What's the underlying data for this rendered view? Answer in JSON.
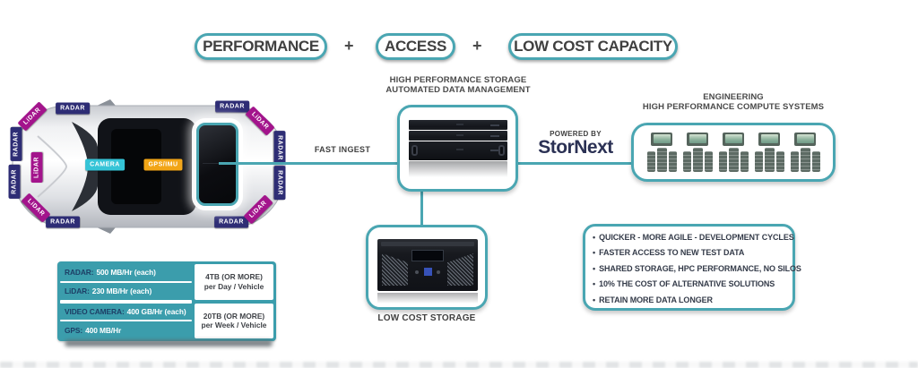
{
  "top_equation": {
    "performance": "PERFORMANCE",
    "plus1": "+",
    "access": "ACCESS",
    "plus2": "+",
    "low_cost_capacity": "LOW COST CAPACITY"
  },
  "car": {
    "radar_label": "RADAR",
    "lidar_label": "LiDAR",
    "camera_label": "CAMERA",
    "gps_label": "GPS/IMU"
  },
  "flow": {
    "fast_ingest": "FAST INGEST",
    "powered_by": "POWERED BY",
    "stornext": "StorNext"
  },
  "storage": {
    "title_line1": "HIGH PERFORMANCE STORAGE",
    "title_line2": "AUTOMATED DATA MANAGEMENT"
  },
  "engineering": {
    "title_line1": "ENGINEERING",
    "title_line2": "HIGH PERFORMANCE COMPUTE SYSTEMS"
  },
  "low_cost_storage": {
    "label": "LOW COST STORAGE"
  },
  "benefits": [
    "QUICKER - MORE AGILE - DEVELOPMENT CYCLES",
    "FASTER ACCESS TO NEW TEST DATA",
    "SHARED STORAGE, HPC PERFORMANCE, NO SILOS",
    "10% THE COST OF ALTERNATIVE SOLUTIONS",
    "RETAIN MORE DATA LONGER"
  ],
  "data_rates": {
    "rows": [
      {
        "label": "RADAR:",
        "value": "500 MB/Hr (each)"
      },
      {
        "label": "LiDAR:",
        "value": "230 MB/Hr (each)"
      },
      {
        "label": "VIDEO CAMERA:",
        "value": "400 GB/Hr (each)"
      },
      {
        "label": "GPS:",
        "value": "400 MB/Hr"
      }
    ],
    "totals": [
      {
        "line1": "4TB (OR MORE)",
        "line2": "per Day / Vehicle"
      },
      {
        "line1": "20TB (OR MORE)",
        "line2": "per Week / Vehicle"
      }
    ]
  },
  "colors": {
    "teal": "#4aa6b2",
    "table_teal": "#3b9dac",
    "navy_tag": "#2e2d75",
    "magenta_tag": "#a3148c",
    "cyan_tag": "#35c4d7",
    "orange_tag": "#f2a516",
    "stornext_navy": "#2b3154"
  }
}
